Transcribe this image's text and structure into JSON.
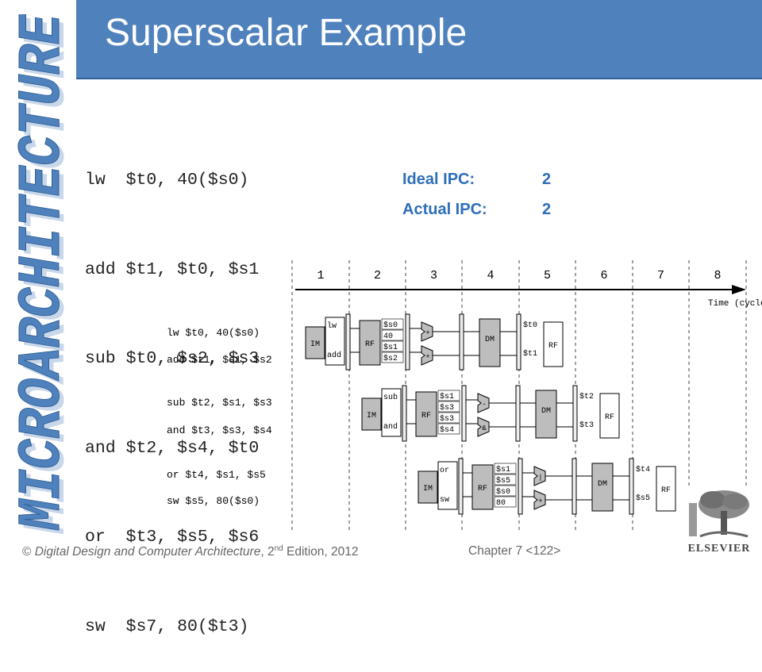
{
  "side_banner": {
    "text": "MICROARCHITECTURE",
    "color": "#4f81bd"
  },
  "header": {
    "title": "Superscalar Example",
    "bg_color": "#4f81bd"
  },
  "code_lines": [
    "lw  $t0, 40($s0)",
    "add $t1, $t0, $s1",
    "sub $t0, $s2, $s3",
    "and $t2, $s4, $t0",
    "or  $t3, $s5, $s6",
    "sw  $s7, 80($t3)"
  ],
  "ipc": {
    "ideal_label": "Ideal IPC:",
    "ideal_value": "2",
    "actual_label": "Actual IPC:",
    "actual_value": "2",
    "color": "#2e6fba"
  },
  "diagram": {
    "cycles": [
      "1",
      "2",
      "3",
      "4",
      "5",
      "6",
      "7",
      "8"
    ],
    "time_label": "Time (cycles",
    "rows": [
      {
        "instr": [
          "lw  $t0, 40($s0)",
          "add $t1, $s1, $s2"
        ],
        "ctrl": [
          "lw",
          "add"
        ],
        "regs": [
          "$s0",
          "40",
          "$s1",
          "$s2"
        ],
        "alu_ops": [
          "+",
          "+"
        ],
        "wb": [
          "$t0",
          "$t1"
        ]
      },
      {
        "instr": [
          "sub $t2, $s1, $s3",
          "and $t3, $s3, $s4"
        ],
        "ctrl": [
          "sub",
          "and"
        ],
        "regs": [
          "$s1",
          "$s3",
          "$s3",
          "$s4"
        ],
        "alu_ops": [
          "-",
          "&"
        ],
        "wb": [
          "$t2",
          "$t3"
        ]
      },
      {
        "instr": [
          "or  $t4, $s1, $s5",
          "sw  $s5, 80($s0)"
        ],
        "ctrl": [
          "or",
          "sw"
        ],
        "regs": [
          "$s1",
          "$s5",
          "$s0",
          "80"
        ],
        "alu_ops": [
          "|",
          "+"
        ],
        "wb": [
          "$t4",
          "$s5"
        ]
      }
    ],
    "unit_labels": {
      "im": "IM",
      "rf": "RF",
      "dm": "DM"
    }
  },
  "footer": {
    "copyright": "© ",
    "book": "Digital Design and Computer Architecture",
    "edition_prefix": ", 2",
    "edition_sup": "nd",
    "edition_suffix": " Edition, 2012",
    "chapter": "Chapter 7 <122>"
  },
  "publisher": {
    "name": "ELSEVIER"
  }
}
